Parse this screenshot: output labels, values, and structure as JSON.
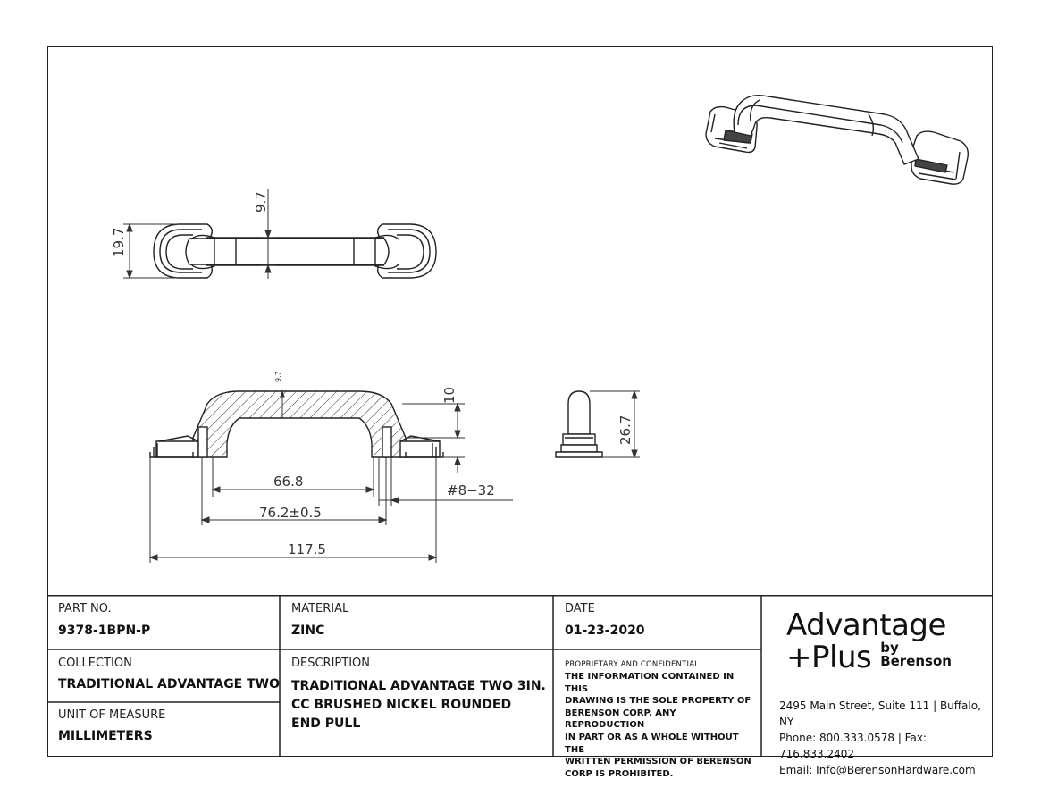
{
  "dimensions": {
    "top_depth": "9.7",
    "top_width": "19.7",
    "section_thickness": "9.7",
    "height_10": "10",
    "height_total": "26.7",
    "inner_span": "66.8",
    "center_to_center": "76.2±0.5",
    "thread": "#8−32",
    "overall_length": "117.5"
  },
  "title_block": {
    "part_no_label": "PART NO.",
    "part_no": "9378-1BPN-P",
    "material_label": "MATERIAL",
    "material": "ZINC",
    "date_label": "DATE",
    "date": "01-23-2020",
    "collection_label": "COLLECTION",
    "collection": "TRADITIONAL ADVANTAGE TWO",
    "description_label": "DESCRIPTION",
    "description_lines": [
      "TRADITIONAL ADVANTAGE TWO 3IN.",
      "CC BRUSHED NICKEL ROUNDED",
      "END PULL"
    ],
    "uom_label": "UNIT OF MEASURE",
    "uom": "MILLIMETERS",
    "proprietary_label": "PROPRIETARY AND CONFIDENTIAL",
    "notice_lines": [
      "THE INFORMATION CONTAINED IN THIS",
      "DRAWING IS THE SOLE PROPERTY OF",
      "BERENSON CORP. ANY REPRODUCTION",
      "IN PART OR AS A WHOLE WITHOUT THE",
      "WRITTEN PERMISSION OF BERENSON",
      "CORP IS PROHIBITED."
    ]
  },
  "brand": {
    "logo_line1": "Advantage",
    "logo_line2": "+Plus",
    "logo_by": "by",
    "logo_company": "Berenson",
    "address": "2495 Main Street, Suite 111 | Buffalo, NY",
    "phone": "Phone: 800.333.0578 | Fax: 716.833.2402",
    "email": "Email: Info@BerensonHardware.com"
  }
}
